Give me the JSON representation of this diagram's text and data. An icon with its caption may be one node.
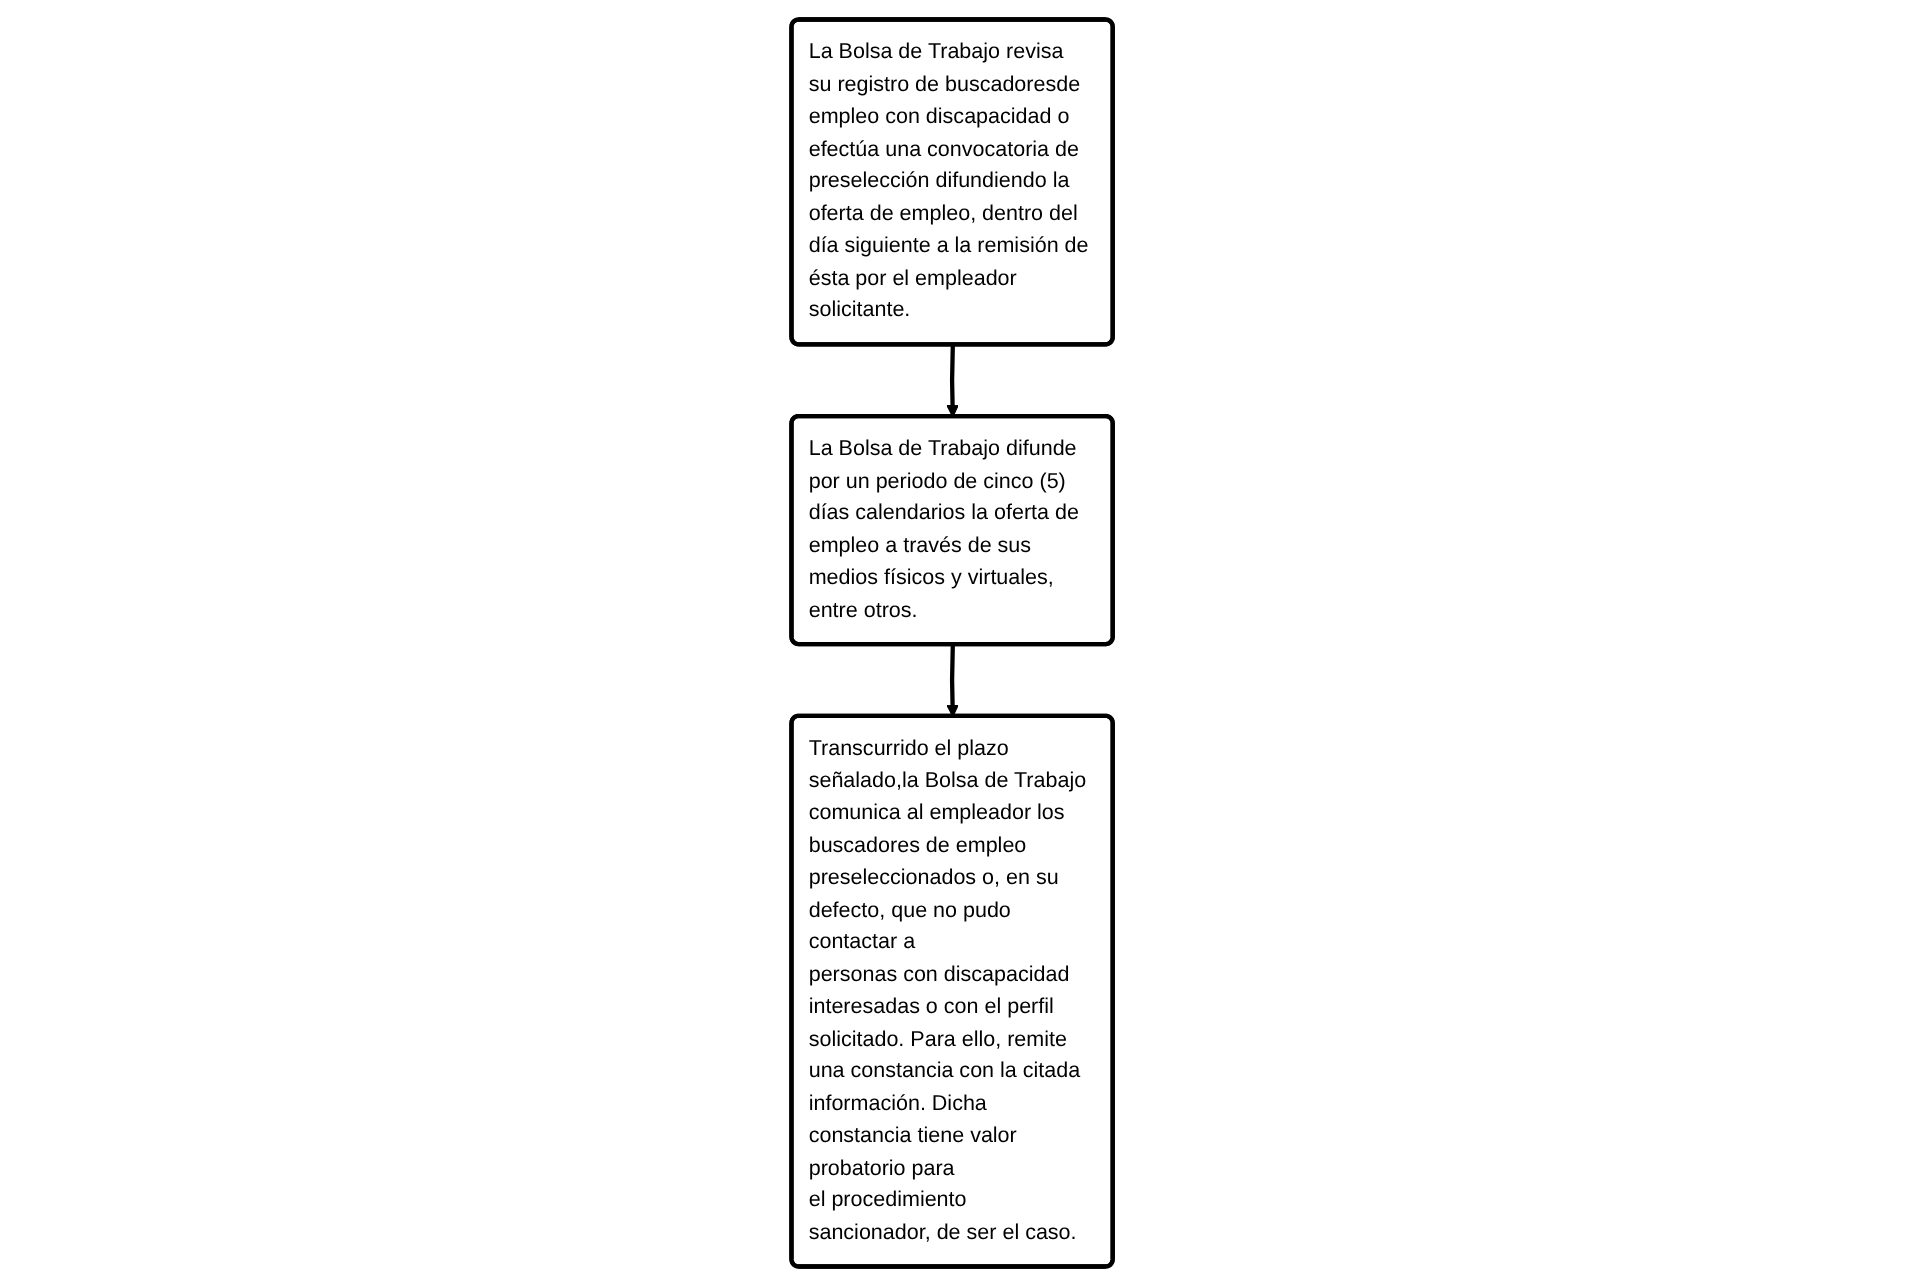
{
  "diagram": {
    "nodes": [
      {
        "text": [
          "La Bolsa de Trabajo revisa su registro de buscadoresde empleo con discapacidad o efectúa una convocatoria de preselección difundiendo la oferta de empleo, dentro del día siguiente a la remisión de ésta por el empleador solicitante."
        ]
      },
      {
        "text": [
          "La Bolsa de Trabajo difunde por un periodo de cinco (5) días calendarios la oferta de empleo a través de sus medios físicos y virtuales, entre otros."
        ]
      },
      {
        "text": [
          "Transcurrido el plazo señalado,la Bolsa de Trabajo comunica al empleador los buscadores de empleo preseleccionados o, en su defecto, que no pudo contactar a personas con discapacidad interesadas o con el perfil solicitado. Para ello, remite una constancia con la citada información. Dicha constancia tiene valor probatorio para el procedimiento sancionador, de ser el caso."
        ]
      }
    ],
    "edges": [
      {
        "from": 0,
        "to": 1,
        "arrow": "to"
      },
      {
        "from": 1,
        "to": 2,
        "arrow": "to"
      }
    ]
  }
}
